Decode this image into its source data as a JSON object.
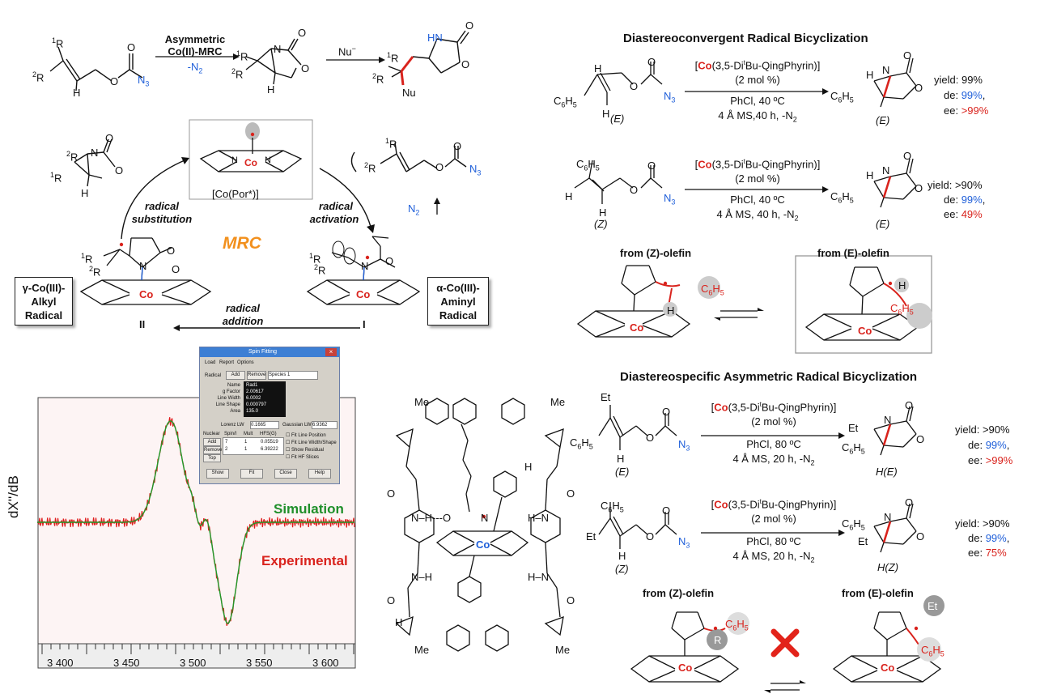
{
  "scheme": {
    "top_reagent_1": "Asymmetric",
    "top_reagent_2": "Co(II)-MRC",
    "top_minus_n2": "-N",
    "n2_sub": "2",
    "nu_reagent": "Nu",
    "nu_sup": "−",
    "r1": "R",
    "r2": "R",
    "sup1": "1",
    "sup2": "2",
    "n3": "N",
    "n3_sub": "3",
    "nu_label": "Nu",
    "hn_label": "HN",
    "o_label": "O",
    "n_label": "N",
    "h_label": "H"
  },
  "cycle": {
    "catalyst": "[Co(Por*)]",
    "mrc": "MRC",
    "radical_sub_1": "radical",
    "radical_sub_2": "substitution",
    "radical_act_1": "radical",
    "radical_act_2": "activation",
    "radical_add_1": "radical",
    "radical_add_2": "addition",
    "n2_out": "N",
    "int_I": "I",
    "int_II": "II",
    "gamma_box": [
      "γ-Co(III)-",
      "Alkyl",
      "Radical"
    ],
    "alpha_box": [
      "α-Co(III)-",
      "Aminyl",
      "Radical"
    ],
    "co": "Co",
    "n": "N"
  },
  "epr": {
    "ylabel": "dX''/dB",
    "simulation": "Simulation",
    "experimental": "Experimental",
    "xticks": [
      "3 400",
      "3 450",
      "3 500",
      "3 550",
      "3 600"
    ]
  },
  "spin_window": {
    "title": "Spin Fitting",
    "menu": [
      "Load",
      "Report",
      "Options"
    ],
    "radical_label": "Radical",
    "add": "Add",
    "remove": "Remove",
    "species": "Species 1",
    "params": [
      "Name",
      "g Factor",
      "Line Width",
      "Line Shape",
      "Area"
    ],
    "values": [
      "Rad1",
      "2.00617",
      "6.0002",
      "0.000797",
      "135.0"
    ],
    "lorentz_label": "Lorenz LW",
    "lorentz_val": "0.1665",
    "gauss_label": "Gaussian LW",
    "gauss_val": "6.9362",
    "nuclear": "Nuclear",
    "cols": [
      "Spin/I",
      "Mult",
      "HFS(G)"
    ],
    "row1": [
      "7",
      "1",
      "0.05519"
    ],
    "row2": [
      "2",
      "1",
      "6.39222"
    ],
    "checks": [
      "Fit Line Position",
      "Fit Line Width/Shape",
      "Show Residual",
      "Fit HF Slices"
    ],
    "side_btns": [
      "Add",
      "Remove",
      "Top"
    ],
    "bottom_btns": [
      "Show",
      "Fit",
      "Close",
      "Help"
    ]
  },
  "right_top": {
    "title": "Diastereoconvergent Radical Bicyclization",
    "cat_bracket_open": "[",
    "cat_co": "Co",
    "cat_rest": "(3,5-Di",
    "cat_t": "t",
    "cat_end": "Bu-QingPhyrin)]",
    "r1": {
      "sub": "C",
      "sub2": "6",
      "sub3": "H",
      "sub4": "5",
      "geom": "E",
      "load": "(2 mol %)",
      "cond1": "PhCl, 40 ºC",
      "cond2": "4 Å MS,40 h, -N",
      "prod_geom": "E",
      "yield": "yield: 99%",
      "de_label": "de: ",
      "de_val": "99%",
      "ee_label": "ee: ",
      "ee_val": ">99%"
    },
    "r2": {
      "geom": "Z",
      "load": "(2 mol %)",
      "cond1": "PhCl, 40 ºC",
      "cond2": "4 Å MS, 40 h, -N",
      "prod_geom": "E",
      "yield": "yield: >90%",
      "de_label": "de: ",
      "de_val": "99%",
      "ee_label": "ee: ",
      "ee_val": "49%"
    },
    "from_z": "from (Z)-olefin",
    "from_e": "from (E)-olefin"
  },
  "right_bottom": {
    "title": "Diastereospecific Asymmetric Radical Bicyclization",
    "r3": {
      "sub_top": "Et",
      "geom": "E",
      "load": "(2 mol %)",
      "cond1": "PhCl, 80 ºC",
      "cond2": "4 Å MS, 20 h, -N",
      "prod_geom": "E",
      "yield": "yield: >90%",
      "de_label": "de: ",
      "de_val": "99%",
      "ee_label": "ee: ",
      "ee_val": ">99%"
    },
    "r4": {
      "sub_top": "Et",
      "geom": "Z",
      "load": "(2 mol %)",
      "cond1": "PhCl, 80 ºC",
      "cond2": "4 Å MS, 20 h, -N",
      "prod_geom": "Z",
      "yield": "yield: >90%",
      "de_label": "de: ",
      "de_val": "99%",
      "ee_label": "ee: ",
      "ee_val": "75%"
    },
    "from_z": "from (Z)-olefin",
    "from_e": "from (E)-olefin",
    "r_ball": "R",
    "et_ball": "Et"
  },
  "ligand": {
    "me": "Me",
    "nh": "N–H",
    "hn": "H–N",
    "co": "Co",
    "n": "N",
    "h": "H",
    "o": "O",
    "nhh": "N–H---O"
  }
}
